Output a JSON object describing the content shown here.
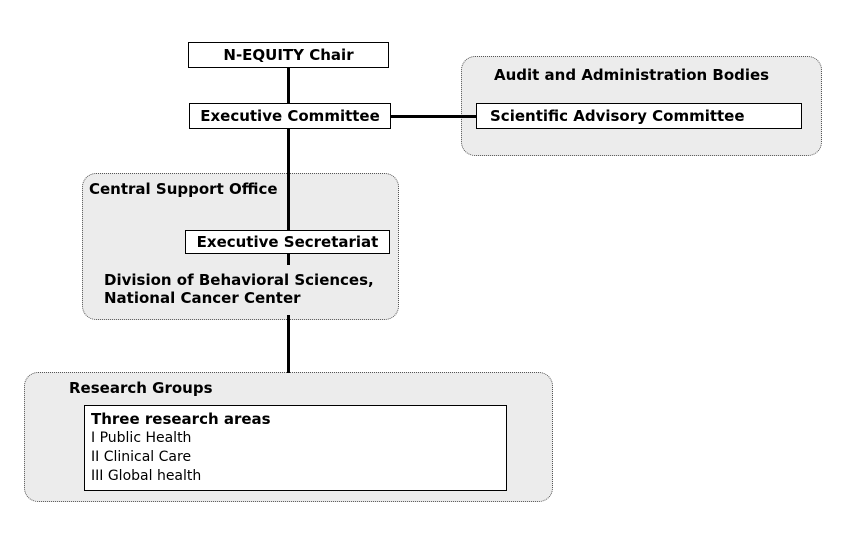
{
  "nodes": {
    "chair": "N-EQUITY Chair",
    "executive_committee": "Executive Committee",
    "audit_group_title": "Audit and Administration Bodies",
    "scientific_advisory": "Scientific Advisory Committee",
    "central_support_title": "Central Support Office",
    "executive_secretariat": "Executive Secretariat",
    "division_line1": "Division of Behavioral Sciences,",
    "division_line2": "National Cancer Center",
    "research_groups_title": "Research Groups",
    "research_areas_title": "Three research areas",
    "research_areas": [
      "I Public Health",
      "II Clinical Care",
      "III Global health"
    ]
  }
}
